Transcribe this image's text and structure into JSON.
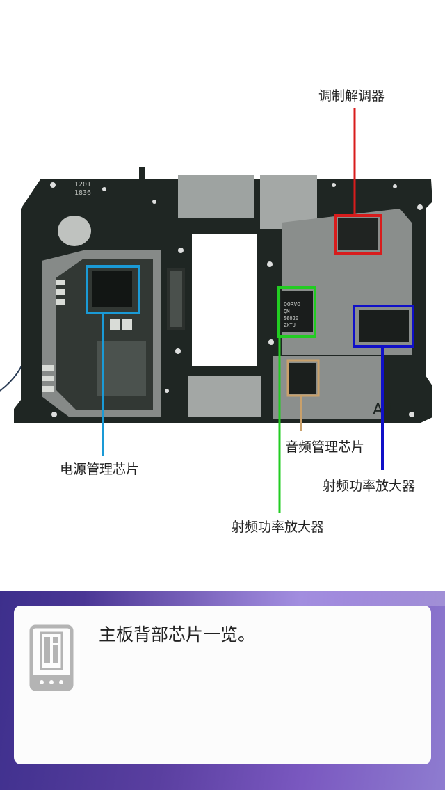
{
  "board": {
    "labels": {
      "modem": "调制解调器",
      "power_mgmt": "电源管理芯片",
      "audio_mgmt": "音频管理芯片",
      "rf_pa_right": "射频功率放大器",
      "rf_pa_green": "射频功率放大器"
    },
    "silkscreen": {
      "code_top": "1201",
      "code_bottom": "1836",
      "chip_green_line1": "QORVO",
      "chip_green_line2": "QM",
      "chip_green_line3": "56020",
      "chip_green_line4": "2XTU",
      "corner_mark": "A4"
    },
    "colors": {
      "modem": "#d81c1c",
      "power_mgmt": "#1a9ad6",
      "audio_mgmt": "#c9a06a",
      "rf_pa_right": "#1010c8",
      "rf_pa_green": "#22cc22",
      "pcb": "#1f2623",
      "shield": "#8b8f8d"
    }
  },
  "caption": {
    "text": "主板背部芯片一览。",
    "icon": "phone-icon"
  }
}
